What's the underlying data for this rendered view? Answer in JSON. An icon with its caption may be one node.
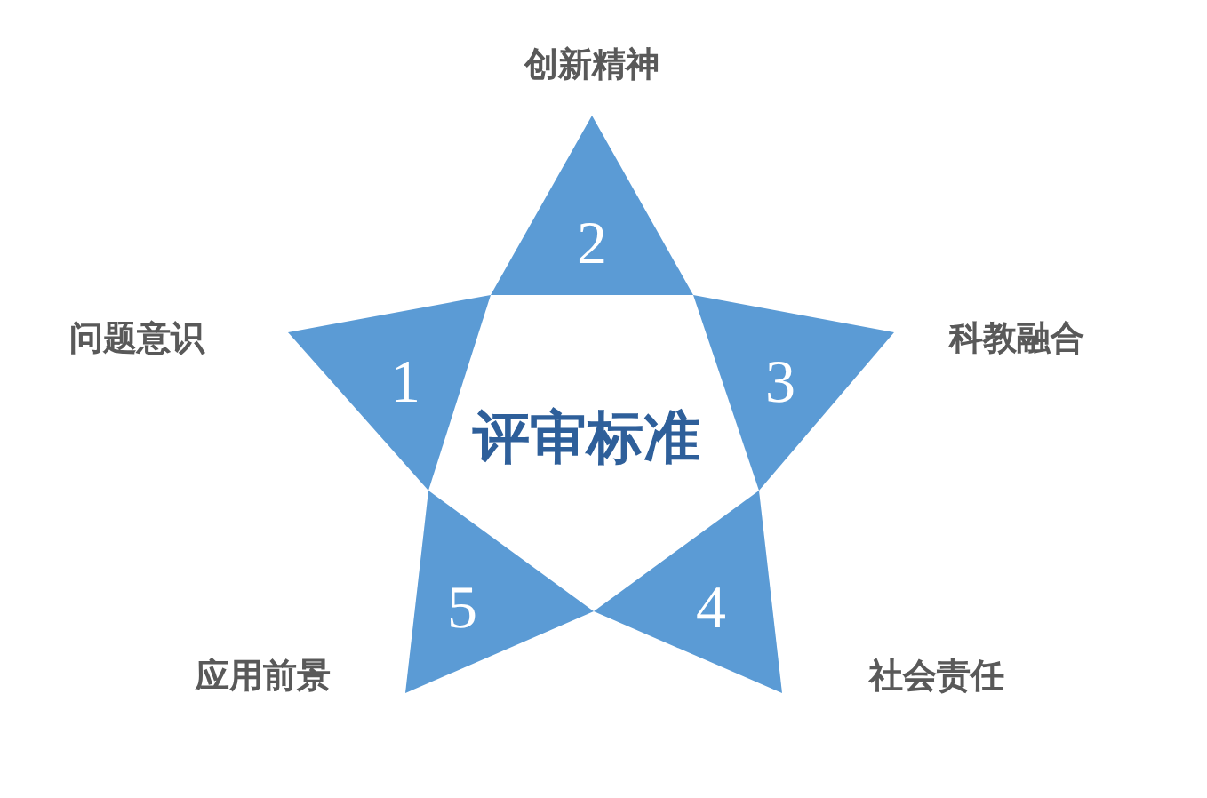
{
  "diagram": {
    "nodes": [
      {
        "text": [
          "评审标准"
        ]
      },
      {
        "text": [
          "1"
        ],
        "beside": [
          "问题意识"
        ]
      },
      {
        "text": [
          "2"
        ],
        "beside": [
          "创新精神"
        ]
      },
      {
        "text": [
          "3"
        ],
        "beside": [
          "科教融合"
        ]
      },
      {
        "text": [
          "4"
        ],
        "beside": [
          "社会责任"
        ]
      },
      {
        "text": [
          "5"
        ],
        "beside": [
          "应用前景"
        ]
      }
    ]
  }
}
